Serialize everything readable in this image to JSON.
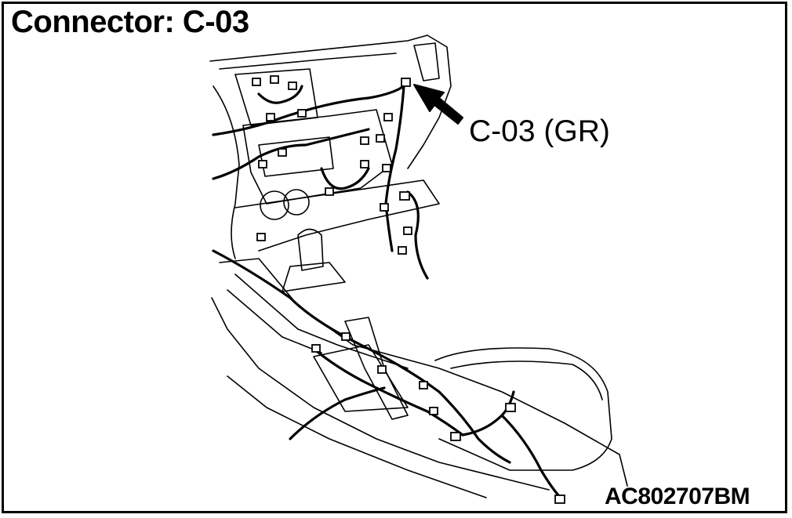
{
  "header": {
    "title": "Connector: C-03"
  },
  "callout": {
    "label": "C-03 (GR)"
  },
  "figure": {
    "id": "AC802707BM"
  },
  "icons": {
    "pointer": "arrow-pointer-icon",
    "connector": "connector-plug-icon"
  },
  "colors": {
    "ink": "#000000",
    "paper": "#ffffff"
  }
}
